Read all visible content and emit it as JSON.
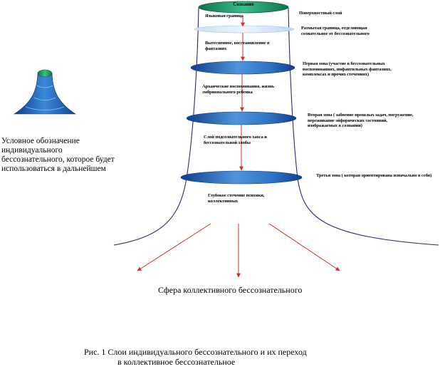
{
  "top_label": "Сознание",
  "surface_label": "Поверхностный слой",
  "layer_labels": {
    "language": "Языковая граница",
    "repressed": "Вытесненное, восстановление в фантазиях",
    "archaic": "Архаические воспоминания, жизнь эмбрионального ребенка",
    "suppressed": "Слой подсознательного хаоса и бессознательной злобы",
    "deep": "Глубокое стечение психики, коллективных"
  },
  "zone_labels": {
    "boundary": "Размытая граница, отделяющая сознательное от бессознательного",
    "first": "Первая зона (участие в бессознательных воспоминаниях, инфантильных фантазиях, комплексах и прочих стечениях)",
    "second": "Вторая зона ( забвение прошлых задач, погружение, переживание эйфорических состояний, изображаемых в сознании)",
    "third": "Третья зона ( которая ориентирована изначально в себя)"
  },
  "legend_text": "Условное обозначение индивидуального бессознательного, которое будет использоваться в дальнейшем",
  "collective_label": "Сфера коллективного бессознательного",
  "caption_line1": "Рис. 1 Слои индивидуального бессознательного и их  переход",
  "caption_line2": "в коллективное бессознательное",
  "colors": {
    "ring_blue": "#1f63b8",
    "ring_light": "#9fc6ef",
    "top_green": "#1d9b6c",
    "arrow_red": "#d2302a",
    "outline": "#2a2a72"
  }
}
